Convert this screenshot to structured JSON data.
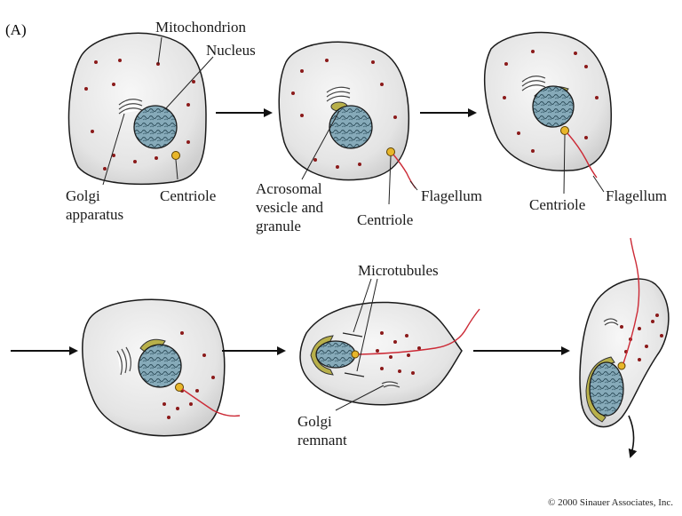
{
  "panel_label": "(A)",
  "labels": {
    "mitochondrion": "Mitochondrion",
    "nucleus": "Nucleus",
    "golgi_line1": "Golgi",
    "golgi_line2": "apparatus",
    "centriole_1": "Centriole",
    "acrosomal_line1": "Acrosomal",
    "acrosomal_line2": "vesicle and",
    "acrosomal_line3": "granule",
    "centriole_2": "Centriole",
    "flagellum_2": "Flagellum",
    "centriole_3": "Centriole",
    "flagellum_3": "Flagellum",
    "microtubules": "Microtubules",
    "golgi_remnant_line1": "Golgi",
    "golgi_remnant_line2": "remnant"
  },
  "copyright": "© 2000 Sinauer Associates, Inc.",
  "colors": {
    "cell_fill": "#ececec",
    "cell_outline": "#1a1a1a",
    "nucleus_fill": "#7fa7b6",
    "mitochondria": "#8b1a1a",
    "centriole": "#e8b62a",
    "flagellum": "#cc2a36",
    "acrosome": "#b8b04a",
    "arrow": "#111111"
  }
}
